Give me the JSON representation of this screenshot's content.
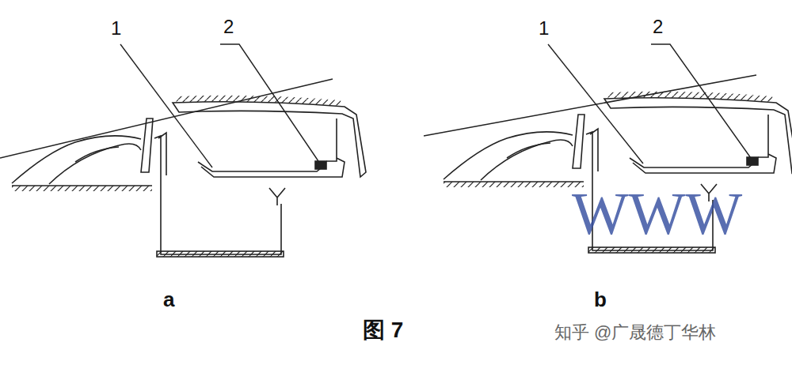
{
  "diagram": {
    "caption": "图 7",
    "labels": [
      "1",
      "2",
      "1",
      "2",
      "a",
      "b",
      "WWW",
      "知乎 @广晟德丁华林"
    ]
  }
}
